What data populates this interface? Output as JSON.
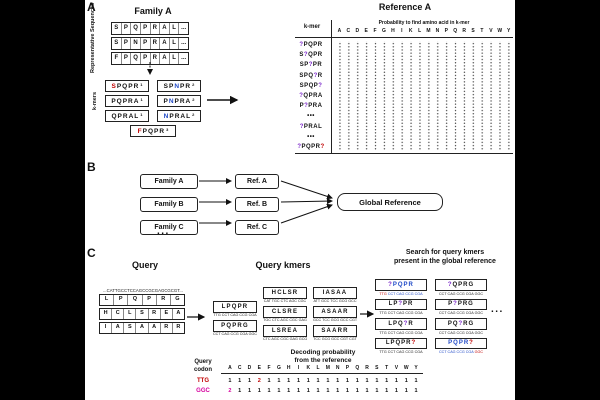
{
  "aa": [
    "A",
    "C",
    "D",
    "E",
    "F",
    "G",
    "H",
    "I",
    "K",
    "L",
    "M",
    "N",
    "P",
    "Q",
    "R",
    "S",
    "T",
    "V",
    "W",
    "Y"
  ],
  "panelA": {
    "label": "A",
    "family_title": "Family A",
    "rep_label": "Representative Sequences",
    "kmers_label": "k-mers",
    "rep_sequences": [
      {
        "cells": [
          "S",
          "P",
          "Q",
          "P",
          "R",
          "A",
          "L",
          "..."
        ]
      },
      {
        "cells": [
          "S",
          "P",
          "N",
          "P",
          "R",
          "A",
          "L",
          "..."
        ]
      },
      {
        "cells": [
          "F",
          "P",
          "Q",
          "P",
          "R",
          "A",
          "L",
          "..."
        ]
      }
    ],
    "kmers": [
      {
        "seq": [
          {
            "t": "S",
            "c": "#c00000"
          },
          {
            "t": "PQPR"
          }
        ],
        "sup": "1"
      },
      {
        "seq": [
          {
            "t": "SP"
          },
          {
            "t": "N",
            "c": "#1f49c7"
          },
          {
            "t": "PR"
          }
        ],
        "sup": "2"
      },
      {
        "seq": [
          {
            "t": "PQPRA"
          }
        ],
        "sup": "1"
      },
      {
        "seq": [
          {
            "t": "P"
          },
          {
            "t": "N",
            "c": "#1f49c7"
          },
          {
            "t": "PRA"
          }
        ],
        "sup": "2"
      },
      {
        "seq": [
          {
            "t": "QPRAL"
          }
        ],
        "sup": "1"
      },
      {
        "seq": [
          {
            "t": "N",
            "c": "#1f49c7"
          },
          {
            "t": "PRAL"
          }
        ],
        "sup": "2"
      },
      {
        "seq": [
          {
            "t": "F",
            "c": "#c00000"
          },
          {
            "t": "PQPR"
          }
        ],
        "sup": "3"
      }
    ],
    "reference": {
      "title": "Reference A",
      "kmer_header": "k-mer",
      "prob_header": "Probability to find amino acid in k-mer",
      "rows": [
        {
          "seq": [
            {
              "t": "?",
              "c": "#7d2bcb"
            },
            {
              "t": "PQPR"
            }
          ]
        },
        {
          "seq": [
            {
              "t": "S"
            },
            {
              "t": "?",
              "c": "#7d2bcb"
            },
            {
              "t": "QPR"
            }
          ]
        },
        {
          "seq": [
            {
              "t": "SP"
            },
            {
              "t": "?",
              "c": "#7d2bcb"
            },
            {
              "t": "PR"
            }
          ]
        },
        {
          "seq": [
            {
              "t": "SPQ"
            },
            {
              "t": "?",
              "c": "#7d2bcb"
            },
            {
              "t": "R"
            }
          ]
        },
        {
          "seq": [
            {
              "t": "SPQP"
            },
            {
              "t": "?",
              "c": "#7d2bcb"
            }
          ]
        },
        {
          "seq": [
            {
              "t": "?",
              "c": "#7d2bcb"
            },
            {
              "t": "QPRA"
            }
          ]
        },
        {
          "seq": [
            {
              "t": "P"
            },
            {
              "t": "?",
              "c": "#7d2bcb"
            },
            {
              "t": "PRA"
            }
          ]
        },
        {
          "seq": [
            {
              "t": "•••"
            }
          ]
        },
        {
          "seq": [
            {
              "t": "?",
              "c": "#7d2bcb"
            },
            {
              "t": "PRAL"
            }
          ]
        },
        {
          "seq": [
            {
              "t": "•••"
            }
          ]
        },
        {
          "seq": [
            {
              "t": "?",
              "c": "#7d2bcb"
            },
            {
              "t": "PQPR"
            },
            {
              "t": "?",
              "c": "#c00000"
            }
          ]
        }
      ]
    }
  },
  "panelB": {
    "label": "B",
    "families": [
      "Family A",
      "Family B",
      "Family C"
    ],
    "refs": [
      "Ref. A",
      "Ref. B",
      "Ref. C"
    ],
    "global_ref": "Global Reference",
    "ellipsis": "..."
  },
  "panelC": {
    "label": "C",
    "query_title": "Query",
    "dna": "...CATTGCCTCCAGCCGCGAGCGCGT...",
    "query_sequences": [
      {
        "cells": [
          "L",
          "P",
          "Q",
          "P",
          "R",
          "G"
        ]
      },
      {
        "cells": [
          "H",
          "C",
          "L",
          "S",
          "R",
          "E",
          "A"
        ]
      },
      {
        "cells": [
          "I",
          "A",
          "S",
          "A",
          "A",
          "R",
          "R"
        ]
      }
    ],
    "kmers_title": "Query kmers",
    "kmer_cols": {
      "c1": [
        {
          "text": "LPQPR",
          "caption": "TTG CCT CAG CCG CGA"
        },
        {
          "text": "PQPRG",
          "caption": "CCT CAG CCG CGA GGC"
        }
      ],
      "c2": [
        {
          "text": "HCLSR",
          "caption": "CAT TGC CTC AGC CGC"
        },
        {
          "text": "CLSRE",
          "caption": "TGC CTC AGC CGC GAG"
        },
        {
          "text": "LSREA",
          "caption": "CTC AGC CGC GAG GCG"
        }
      ],
      "c3": [
        {
          "text": "IASAA",
          "caption": "ATT GCC TCC GCG GCC"
        },
        {
          "text": "ASAAR",
          "caption": "GCC TCC GCG GCC CGT"
        },
        {
          "text": "SAARR",
          "caption": "TCC GCG GCC CGT CGT"
        }
      ]
    },
    "search": {
      "title_1": "Search for query kmers",
      "title_2": "present in the global reference",
      "ellipsis": "...",
      "boxes": [
        {
          "seq": [
            {
              "t": "?",
              "c": "#7d2bcb"
            },
            {
              "t": "PQPR",
              "c": "#1f49c7"
            }
          ],
          "caption": [
            {
              "t": "TTG ",
              "c": "#c00000"
            },
            {
              "t": "CCT CAG CCG CGA",
              "c": "#1f49c7"
            }
          ]
        },
        {
          "seq": [
            {
              "t": "?",
              "c": "#7d2bcb"
            },
            {
              "t": "QPRG"
            }
          ],
          "caption": [
            {
              "t": "CCT CAG CCG CGA GGC"
            }
          ]
        },
        {
          "seq": [
            {
              "t": "LP"
            },
            {
              "t": "?",
              "c": "#7d2bcb"
            },
            {
              "t": "PR"
            }
          ],
          "caption": [
            {
              "t": "TTG CCT CAG CCG CGA"
            }
          ]
        },
        {
          "seq": [
            {
              "t": "P"
            },
            {
              "t": "?",
              "c": "#7d2bcb"
            },
            {
              "t": "PRG"
            }
          ],
          "caption": [
            {
              "t": "CCT CAG CCG CGA GGC"
            }
          ]
        },
        {
          "seq": [
            {
              "t": "LPQ"
            },
            {
              "t": "?",
              "c": "#7d2bcb"
            },
            {
              "t": "R"
            }
          ],
          "caption": [
            {
              "t": "TTG CCT CAG CCG CGA"
            }
          ]
        },
        {
          "seq": [
            {
              "t": "PQ"
            },
            {
              "t": "?",
              "c": "#7d2bcb"
            },
            {
              "t": "RG"
            }
          ],
          "caption": [
            {
              "t": "CCT CAG CCG CGA GGC"
            }
          ]
        },
        {
          "seq": [
            {
              "t": "LPQPR"
            },
            {
              "t": "?",
              "c": "#c00000"
            }
          ],
          "caption": [
            {
              "t": "TTG CCT CAG CCG CGA"
            }
          ]
        },
        {
          "seq": [
            {
              "t": "PQPR",
              "c": "#1f49c7"
            },
            {
              "t": "?",
              "c": "#c00000"
            }
          ],
          "caption": [
            {
              "t": "CCT CAG CCG CGA ",
              "c": "#1f49c7"
            },
            {
              "t": "GGC",
              "c": "#c00000"
            }
          ]
        }
      ]
    },
    "decode": {
      "codon_label_1": "Query",
      "codon_label_2": "codon",
      "title_1": "Decoding probability",
      "title_2": "from the reference",
      "rows": [
        {
          "codon": "TTG",
          "color": "#c00000",
          "cells": [
            {
              "t": "1"
            },
            {
              "t": "1"
            },
            {
              "t": "1"
            },
            {
              "t": "2",
              "c": "#c00000"
            },
            {
              "t": "1"
            },
            {
              "t": "1"
            },
            {
              "t": "1"
            },
            {
              "t": "1"
            },
            {
              "t": "1"
            },
            {
              "t": "1"
            },
            {
              "t": "1"
            },
            {
              "t": "1"
            },
            {
              "t": "1"
            },
            {
              "t": "1"
            },
            {
              "t": "1"
            },
            {
              "t": "1"
            },
            {
              "t": "1"
            },
            {
              "t": "1"
            },
            {
              "t": "1"
            },
            {
              "t": "1"
            }
          ]
        },
        {
          "codon": "GGC",
          "color": "#d6009e",
          "cells": [
            {
              "t": "2",
              "c": "#d6009e"
            },
            {
              "t": "1"
            },
            {
              "t": "1"
            },
            {
              "t": "1"
            },
            {
              "t": "1"
            },
            {
              "t": "1"
            },
            {
              "t": "1"
            },
            {
              "t": "1"
            },
            {
              "t": "1"
            },
            {
              "t": "1"
            },
            {
              "t": "1"
            },
            {
              "t": "1"
            },
            {
              "t": "1"
            },
            {
              "t": "1"
            },
            {
              "t": "1"
            },
            {
              "t": "1"
            },
            {
              "t": "1"
            },
            {
              "t": "1"
            },
            {
              "t": "1"
            },
            {
              "t": "1"
            }
          ]
        }
      ]
    }
  }
}
